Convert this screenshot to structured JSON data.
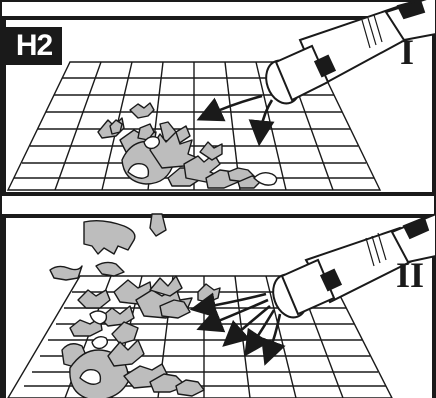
{
  "step_label": "H2",
  "panels": [
    {
      "id": "panel-1",
      "roman_numeral": "I"
    },
    {
      "id": "panel-2",
      "roman_numeral": "II"
    }
  ],
  "colors": {
    "frame": "#1a1a1a",
    "leaf_fill": "#bdbdbd",
    "leaf_stroke": "#1a1a1a",
    "background": "#ffffff"
  }
}
